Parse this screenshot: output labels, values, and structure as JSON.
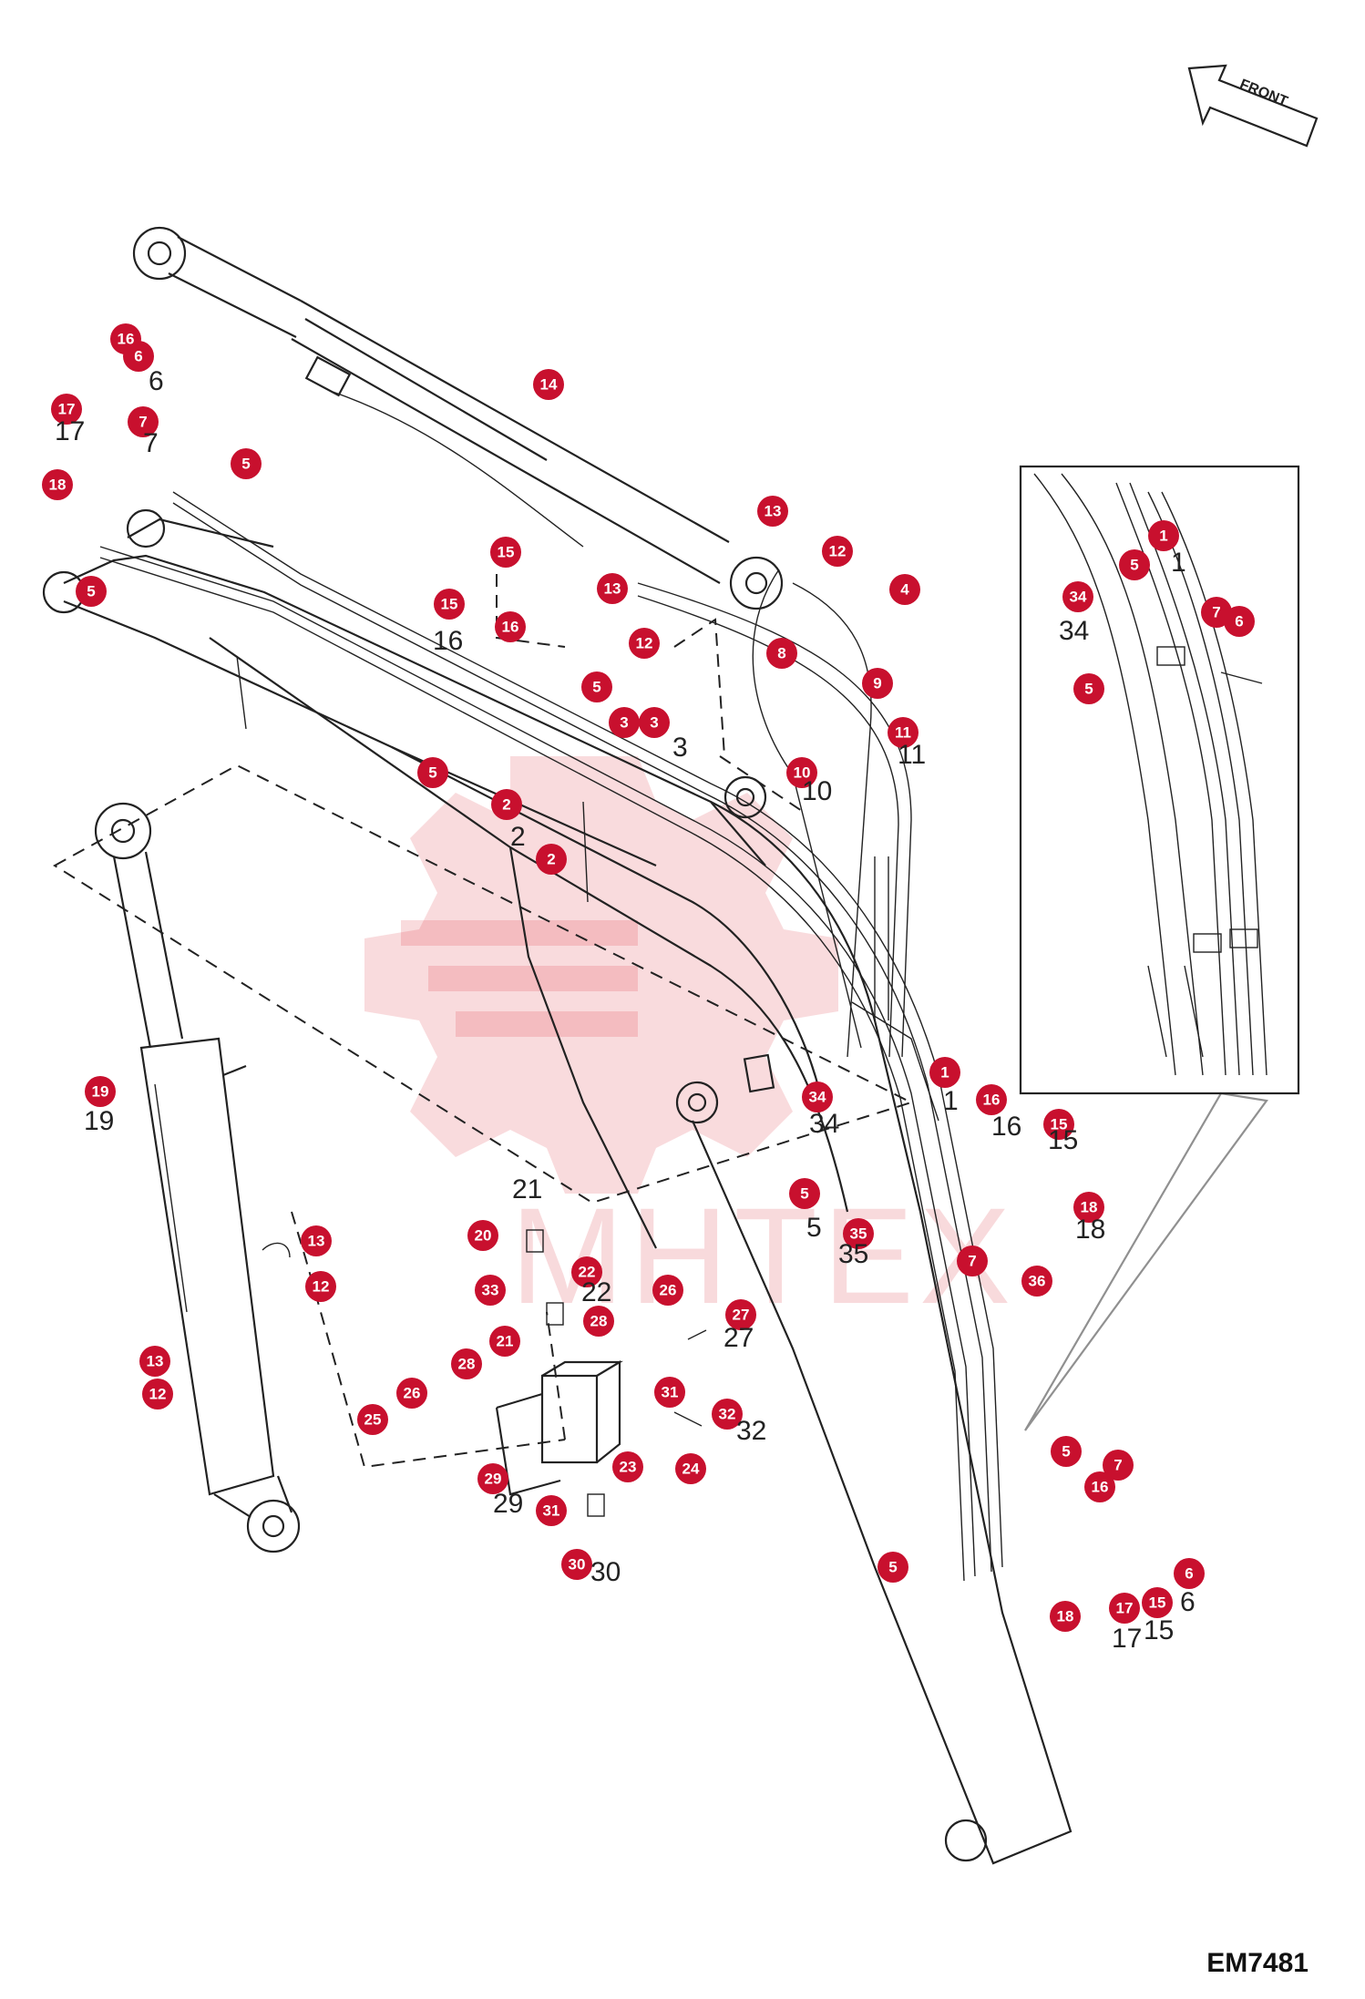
{
  "direction_label": "FRONT",
  "drawing_code": "EM7481",
  "watermark_text": "MHTEX",
  "accent_color": "#c8102e",
  "callouts": [
    {
      "n": "1"
    },
    {
      "n": "1"
    },
    {
      "n": "2"
    },
    {
      "n": "2"
    },
    {
      "n": "3"
    },
    {
      "n": "3"
    },
    {
      "n": "4"
    },
    {
      "n": "5"
    },
    {
      "n": "5"
    },
    {
      "n": "5"
    },
    {
      "n": "5"
    },
    {
      "n": "5"
    },
    {
      "n": "5"
    },
    {
      "n": "5"
    },
    {
      "n": "5"
    },
    {
      "n": "5"
    },
    {
      "n": "6"
    },
    {
      "n": "6"
    },
    {
      "n": "6"
    },
    {
      "n": "7"
    },
    {
      "n": "7"
    },
    {
      "n": "7"
    },
    {
      "n": "7"
    },
    {
      "n": "8"
    },
    {
      "n": "9"
    },
    {
      "n": "10"
    },
    {
      "n": "11"
    },
    {
      "n": "12"
    },
    {
      "n": "12"
    },
    {
      "n": "12"
    },
    {
      "n": "12"
    },
    {
      "n": "13"
    },
    {
      "n": "13"
    },
    {
      "n": "13"
    },
    {
      "n": "13"
    },
    {
      "n": "14"
    },
    {
      "n": "15"
    },
    {
      "n": "15"
    },
    {
      "n": "15"
    },
    {
      "n": "15"
    },
    {
      "n": "16"
    },
    {
      "n": "16"
    },
    {
      "n": "16"
    },
    {
      "n": "16"
    },
    {
      "n": "17"
    },
    {
      "n": "17"
    },
    {
      "n": "18"
    },
    {
      "n": "18"
    },
    {
      "n": "18"
    },
    {
      "n": "19"
    },
    {
      "n": "20"
    },
    {
      "n": "21"
    },
    {
      "n": "22"
    },
    {
      "n": "23"
    },
    {
      "n": "24"
    },
    {
      "n": "25"
    },
    {
      "n": "26"
    },
    {
      "n": "26"
    },
    {
      "n": "27"
    },
    {
      "n": "28"
    },
    {
      "n": "28"
    },
    {
      "n": "29"
    },
    {
      "n": "30"
    },
    {
      "n": "31"
    },
    {
      "n": "31"
    },
    {
      "n": "32"
    },
    {
      "n": "33"
    },
    {
      "n": "34"
    },
    {
      "n": "34"
    },
    {
      "n": "35"
    },
    {
      "n": "36"
    }
  ],
  "part_numbers": [
    {
      "t": "6"
    },
    {
      "t": "17"
    },
    {
      "t": "7"
    },
    {
      "t": "2"
    },
    {
      "t": "3"
    },
    {
      "t": "10"
    },
    {
      "t": "11"
    },
    {
      "t": "19"
    },
    {
      "t": "21"
    },
    {
      "t": "22"
    },
    {
      "t": "27"
    },
    {
      "t": "32"
    },
    {
      "t": "29"
    },
    {
      "t": "30"
    },
    {
      "t": "34"
    },
    {
      "t": "16"
    },
    {
      "t": "15"
    },
    {
      "t": "18"
    },
    {
      "t": "17"
    },
    {
      "t": "15"
    },
    {
      "t": "6"
    },
    {
      "t": "1"
    },
    {
      "t": "34"
    },
    {
      "t": "35"
    },
    {
      "t": "1"
    },
    {
      "t": "16"
    },
    {
      "t": "5"
    }
  ]
}
